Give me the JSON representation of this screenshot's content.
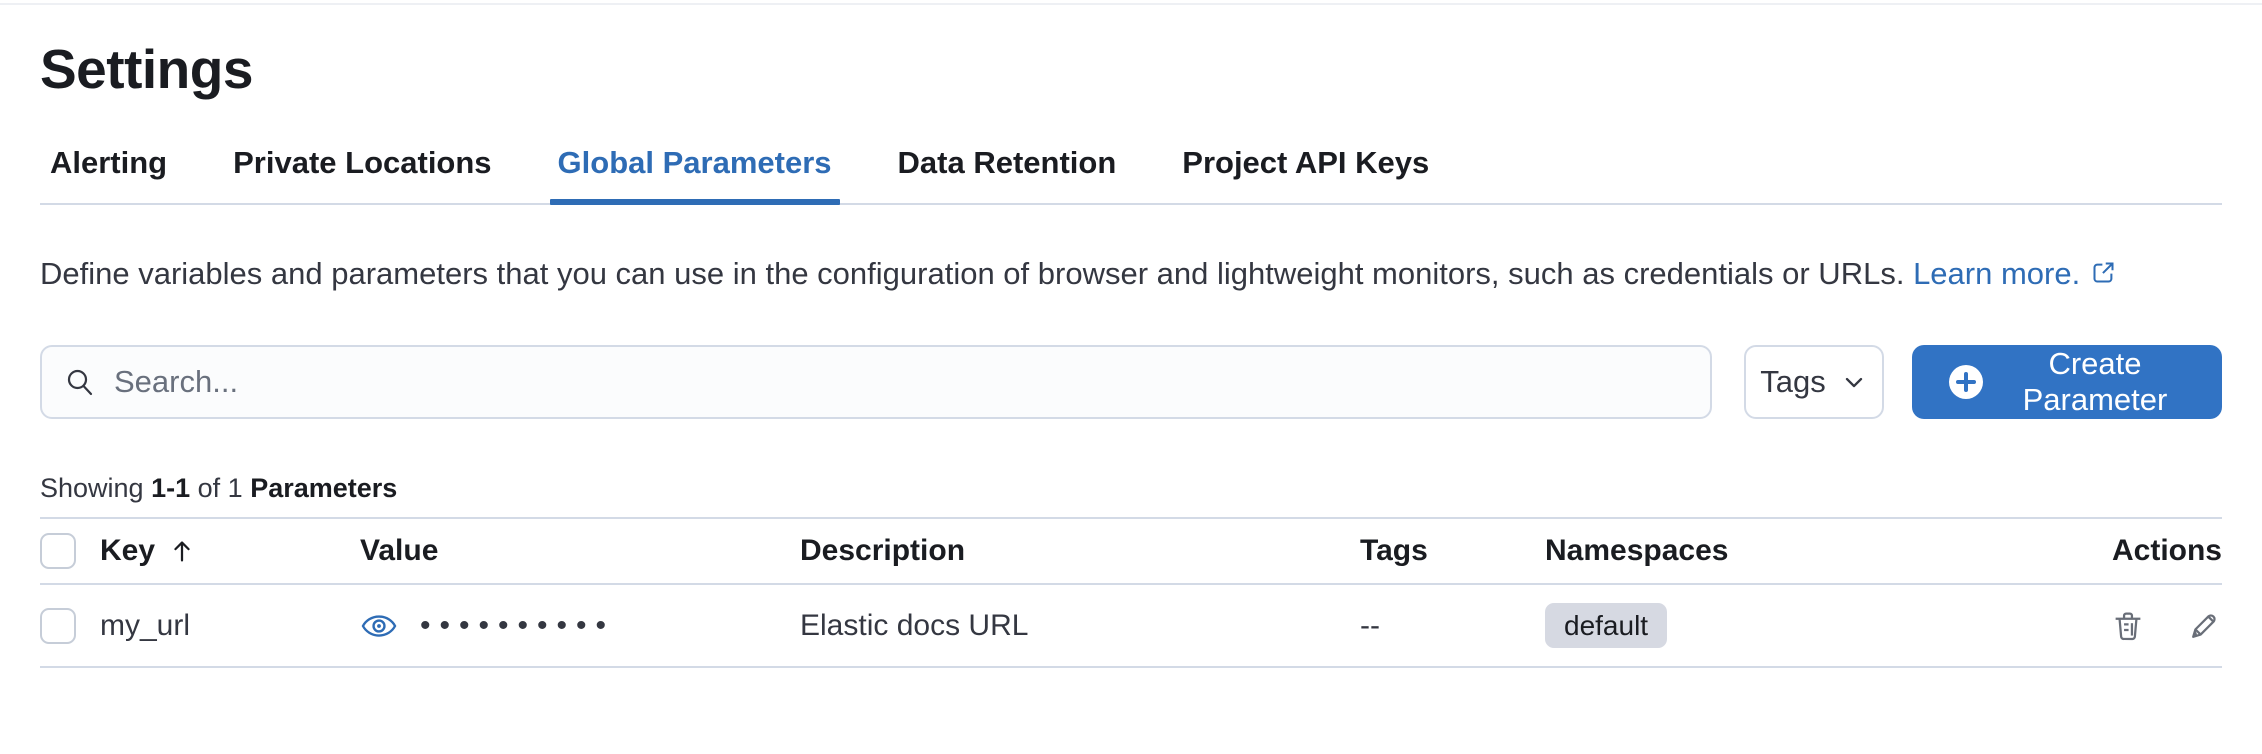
{
  "page_title": "Settings",
  "tabs": [
    {
      "label": "Alerting",
      "active": false
    },
    {
      "label": "Private Locations",
      "active": false
    },
    {
      "label": "Global Parameters",
      "active": true
    },
    {
      "label": "Data Retention",
      "active": false
    },
    {
      "label": "Project API Keys",
      "active": false
    }
  ],
  "description": {
    "text": "Define variables and parameters that you can use in the configuration of browser and lightweight monitors, such as credentials or URLs.",
    "link_label": "Learn more.",
    "link_icon": "external-link"
  },
  "toolbar": {
    "search_placeholder": "Search...",
    "search_icon": "magnifying-glass",
    "tags_button_label": "Tags",
    "tags_button_icon": "chevron-down",
    "create_button_label": "Create Parameter",
    "create_button_icon": "plus-in-circle"
  },
  "summary": {
    "showing_label": "Showing",
    "range": "1-1",
    "of_label": "of 1",
    "entity_label": "Parameters"
  },
  "table": {
    "headers": {
      "key": "Key",
      "key_sort_icon": "arrow-up-ascending",
      "value": "Value",
      "description": "Description",
      "tags": "Tags",
      "namespaces": "Namespaces",
      "actions": "Actions"
    },
    "rows": [
      {
        "key": "my_url",
        "value_masked": "••••••••••",
        "value_icon": "eye",
        "description": "Elastic docs URL",
        "tags": "--",
        "namespace": "default",
        "action_icons": [
          "trash",
          "pencil"
        ]
      }
    ]
  },
  "colors": {
    "accent_blue": "#2e6cb5",
    "button_blue": "#3173c4",
    "text_dark": "#1a1c21",
    "text_body": "#343741",
    "text_subtle": "#69707d",
    "border": "#d3dae6",
    "badge_bg": "#d6d9e2",
    "icon_gray": "#696e78"
  }
}
